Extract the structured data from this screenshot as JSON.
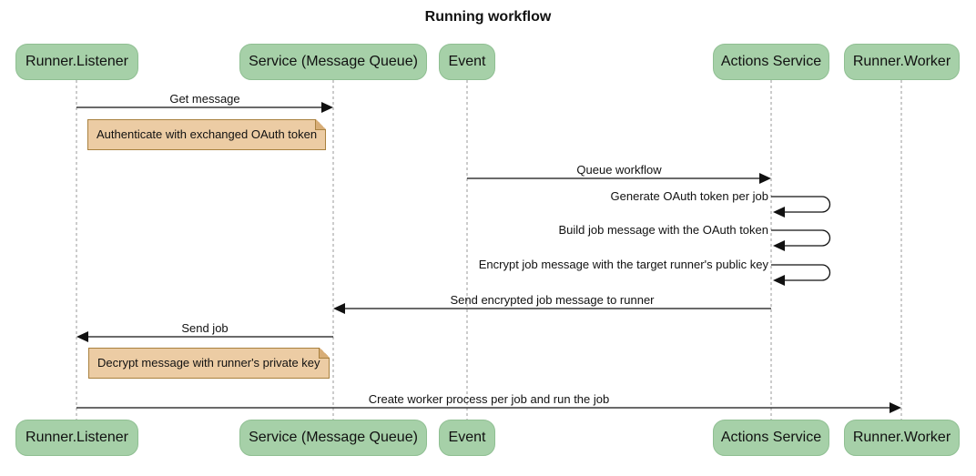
{
  "title": "Running workflow",
  "actors": [
    {
      "label": "Runner.Listener"
    },
    {
      "label": "Service (Message Queue)"
    },
    {
      "label": "Event"
    },
    {
      "label": "Actions Service"
    },
    {
      "label": "Runner.Worker"
    }
  ],
  "messages": [
    {
      "label": "Get message",
      "from": "Runner.Listener",
      "to": "Service (Message Queue)",
      "kind": "solid-arrow"
    },
    {
      "label": "Queue workflow",
      "from": "Event",
      "to": "Actions Service",
      "kind": "solid-arrow"
    },
    {
      "label": "Generate OAuth token per job",
      "from": "Actions Service",
      "to": "Actions Service",
      "kind": "self-loop"
    },
    {
      "label": "Build job message with the OAuth token",
      "from": "Actions Service",
      "to": "Actions Service",
      "kind": "self-loop"
    },
    {
      "label": "Encrypt job message with the target runner's public key",
      "from": "Actions Service",
      "to": "Actions Service",
      "kind": "self-loop"
    },
    {
      "label": "Send encrypted job message to runner",
      "from": "Actions Service",
      "to": "Service (Message Queue)",
      "kind": "solid-arrow"
    },
    {
      "label": "Send job",
      "from": "Service (Message Queue)",
      "to": "Runner.Listener",
      "kind": "solid-arrow"
    },
    {
      "label": "Create worker process per job and run the job",
      "from": "Runner.Listener",
      "to": "Runner.Worker",
      "kind": "solid-arrow"
    }
  ],
  "notes": [
    {
      "label": "Authenticate with exchanged OAuth token",
      "over": "Runner.Listener, Service (Message Queue)"
    },
    {
      "label": "Decrypt message with runner's private key",
      "over": "Runner.Listener, Service (Message Queue)"
    }
  ],
  "colors": {
    "actor_fill": "#a6d0a8",
    "actor_border": "#8fbf92",
    "note_fill": "#eccca4",
    "note_border": "#a9813f",
    "lifeline": "#999999",
    "arrow": "#111111"
  }
}
